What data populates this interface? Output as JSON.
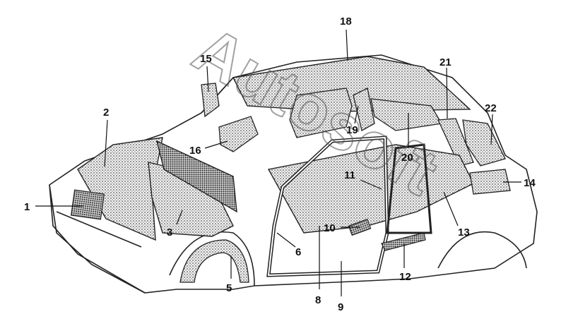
{
  "watermark": "Autosoft",
  "labels": {
    "l1": "1",
    "l2": "2",
    "l3": "3",
    "l5": "5",
    "l6": "6",
    "l8": "8",
    "l9": "9",
    "l10": "10",
    "l11": "11",
    "l12": "12",
    "l13": "13",
    "l14": "14",
    "l15": "15",
    "l16": "16",
    "l18": "18",
    "l19": "19",
    "l20": "20",
    "l21": "21",
    "l22": "22"
  }
}
